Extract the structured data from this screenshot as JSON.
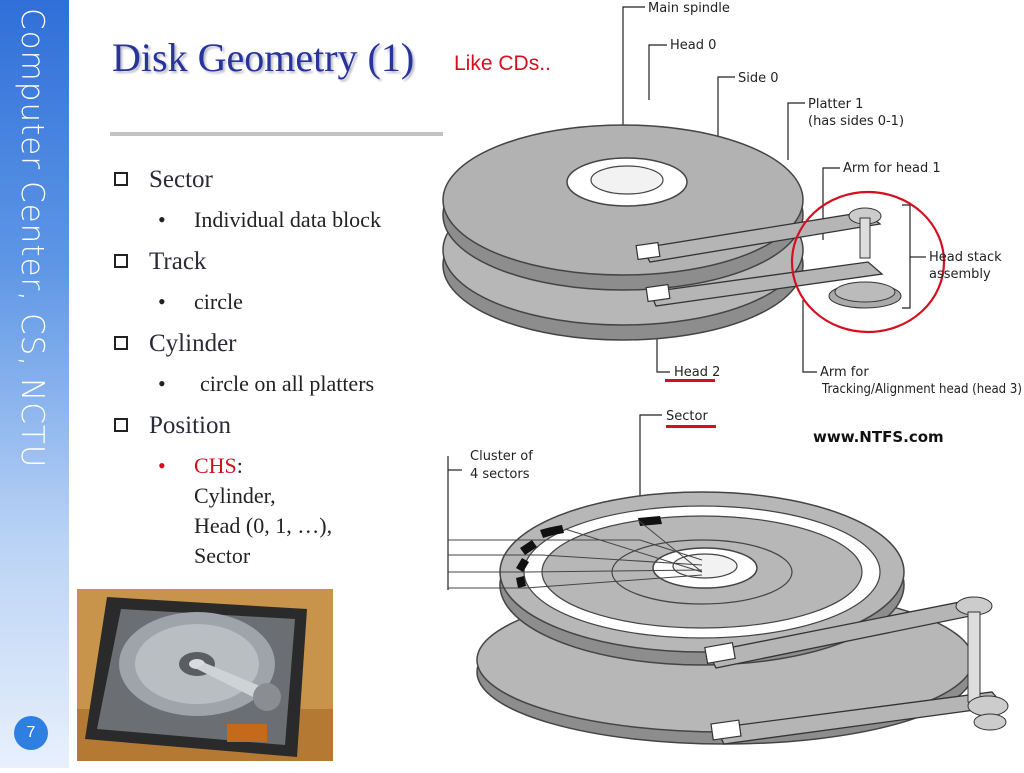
{
  "sidebar": {
    "text": "Computer Center, CS, NCTU",
    "page_number": "7"
  },
  "title": "Disk Geometry (1)",
  "subtitle": "Like CDs..",
  "bullets": [
    {
      "label": "Sector",
      "sub": "Individual data block"
    },
    {
      "label": "Track",
      "sub": "circle"
    },
    {
      "label": "Cylinder",
      "sub": "circle on all platters"
    },
    {
      "label": "Position",
      "sub_label": "CHS",
      "sub_rest": ":",
      "sub_lines": [
        "Cylinder,",
        "Head (0, 1, …),",
        "Sector"
      ]
    }
  ],
  "diagram": {
    "labels": {
      "main_spindle": "Main spindle",
      "head0": "Head 0",
      "side0": "Side 0",
      "platter1_line1": "Platter 1",
      "platter1_line2": "(has sides 0-1)",
      "arm_head1": "Arm for head 1",
      "head_stack_line1": "Head stack",
      "head_stack_line2": "assembly",
      "head2": "Head 2",
      "arm_for_line1": "Arm for",
      "arm_for_line2": "Tracking/Alignment head (head 3)",
      "sector": "Sector",
      "cluster_line1": "Cluster of",
      "cluster_line2": "4 sectors",
      "website": "www.NTFS.com"
    }
  },
  "colors": {
    "title": "#27349a",
    "accent_red": "#d41020",
    "sidebar": "#2f6fd8"
  }
}
